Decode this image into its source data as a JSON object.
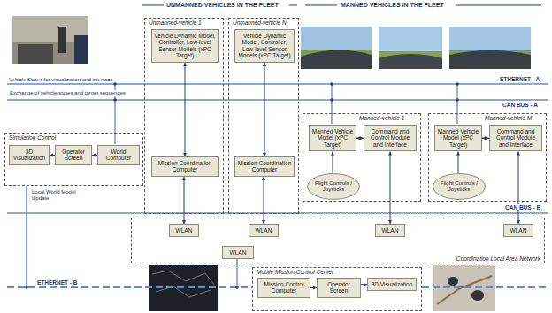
{
  "diagram": {
    "nodes": [
      {
        "text": [
          "Unmanned-vehicle 1"
        ]
      },
      {
        "text": [
          "Vehicle Dynamic Model, Controller, Low-level Sensor Models (xPC Target)"
        ],
        "in": 0
      },
      {
        "text": [
          "Mission Coordination Computer"
        ],
        "in": 0
      },
      {
        "text": [
          "Unmanned-vehicle N"
        ]
      },
      {
        "text": [
          "Vehicle Dynamic Model, Controller, Low-level Sensor Models (xPC Target)"
        ],
        "in": 3
      },
      {
        "text": [
          "Mission Coordination Computer"
        ],
        "in": 3
      },
      {
        "text": [
          "Simulation Control"
        ]
      },
      {
        "text": [
          "3D Visualization"
        ],
        "in": 6
      },
      {
        "text": [
          "Operator Screen"
        ],
        "in": 6
      },
      {
        "text": [
          "World Computer"
        ],
        "in": 6
      },
      {
        "text": [
          "Manned-vehicle 1"
        ]
      },
      {
        "text": [
          "Manned Vehicle Model (xPC Target)"
        ],
        "in": 10
      },
      {
        "text": [
          "Command and Control Module and Interface"
        ],
        "in": 10
      },
      {
        "text": [
          "Flight Controls / Joysticks"
        ],
        "in": 10
      },
      {
        "text": [
          "Manned-vehicle M"
        ]
      },
      {
        "text": [
          "Manned Vehicle Model (xPC Target)"
        ],
        "in": 14
      },
      {
        "text": [
          "Command and Control Module and Interface"
        ],
        "in": 14
      },
      {
        "text": [
          "Flight Controls / Joysticks"
        ],
        "in": 14
      },
      {
        "text": [
          "Coordination Local Area Network"
        ]
      },
      {
        "text": [
          "WLAN"
        ],
        "in": 18
      },
      {
        "text": [
          "WLAN"
        ],
        "in": 18
      },
      {
        "text": [
          "WLAN"
        ],
        "in": 18
      },
      {
        "text": [
          "WLAN"
        ],
        "in": 18
      },
      {
        "text": [
          "WLAN"
        ],
        "in": 18
      },
      {
        "text": [
          "Mobile Mission Control Center"
        ]
      },
      {
        "text": [
          "Mission Control Computer"
        ],
        "in": 24
      },
      {
        "text": [
          "Operator Screen"
        ],
        "in": 24
      },
      {
        "text": [
          "3D Visualization"
        ],
        "in": 24
      }
    ],
    "edges": [
      {
        "from": 1,
        "to": 2,
        "arrow": "both"
      },
      {
        "from": 4,
        "to": 5,
        "arrow": "both"
      },
      {
        "from": 9,
        "to": 8,
        "arrow": "to"
      },
      {
        "from": 8,
        "to": 7,
        "arrow": "to"
      },
      {
        "from": 2,
        "to": 19,
        "arrow": "both"
      },
      {
        "from": 5,
        "to": 20,
        "arrow": "both"
      },
      {
        "from": 13,
        "to": 11,
        "arrow": "to"
      },
      {
        "from": 11,
        "to": 12,
        "arrow": "both"
      },
      {
        "from": 12,
        "to": 21,
        "arrow": "both"
      },
      {
        "from": 17,
        "to": 15,
        "arrow": "to"
      },
      {
        "from": 15,
        "to": 16,
        "arrow": "both"
      },
      {
        "from": 16,
        "to": 22,
        "arrow": "both"
      },
      {
        "from": 25,
        "to": 26,
        "arrow": "to"
      },
      {
        "from": 26,
        "to": 27,
        "arrow": "to"
      }
    ],
    "labels": [
      "UNMANNED VEHICLES IN THE FLEET",
      "MANNED VEHICLES IN THE FLEET",
      "Vehicle States for visualization and interface",
      "Exchange of vehicle states and target sequences",
      "ETHERNET - A",
      "CAN BUS - A",
      "CAN BUS - B",
      "Local World Model Update",
      "ETHERNET - B"
    ]
  }
}
